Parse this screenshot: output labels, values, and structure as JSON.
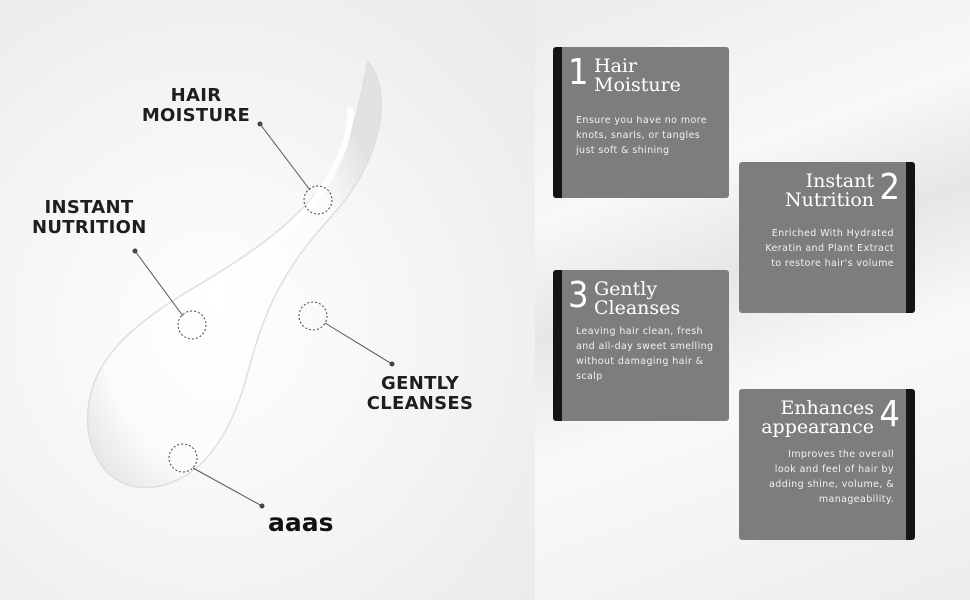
{
  "callouts": {
    "hair_moisture": [
      "HAIR",
      "MOISTURE"
    ],
    "instant_nutrition": [
      "INSTANT",
      "NUTRITION"
    ],
    "gently_cleanses": [
      "GENTLY",
      "CLEANSES"
    ],
    "brand": "aaas"
  },
  "cards": [
    {
      "number": "1",
      "title": [
        "Hair",
        "Moisture"
      ],
      "description": [
        "Ensure you have no more",
        "knots, snarls, or tangles",
        "just soft & shining"
      ]
    },
    {
      "number": "2",
      "title": [
        "Instant",
        "Nutrition"
      ],
      "description": [
        "Enriched With Hydrated",
        "Keratin and Plant Extract",
        "to restore hair's volume"
      ]
    },
    {
      "number": "3",
      "title": [
        "Gently",
        "Cleanses"
      ],
      "description": [
        "Leaving hair clean, fresh",
        "and all-day sweet smelling",
        "without damaging hair &",
        "scalp"
      ]
    },
    {
      "number": "4",
      "title": [
        "Enhances",
        "appearance"
      ],
      "description": [
        "Improves the overall",
        "look and feel of hair by",
        "adding shine, volume, &",
        "manageability."
      ]
    }
  ],
  "colors": {
    "card_background": "#7d7d7d",
    "card_accent_bar": "#141414",
    "label_text": "#1e1e1e"
  }
}
